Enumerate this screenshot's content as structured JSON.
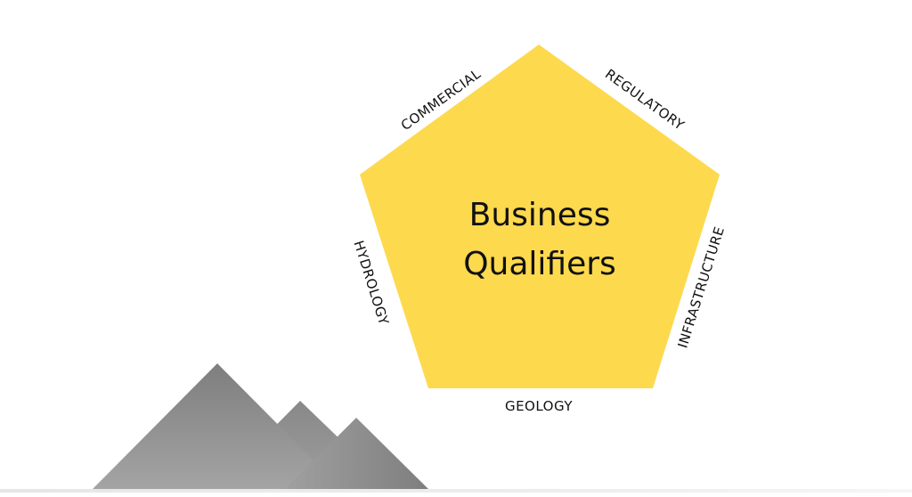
{
  "diagram": {
    "title_lines": [
      "Business",
      "Qualifiers"
    ],
    "shape": "pentagon",
    "fill_color": "#FDD94E",
    "sides": [
      {
        "position": "upper-left",
        "label": "COMMERCIAL"
      },
      {
        "position": "upper-right",
        "label": "REGULATORY"
      },
      {
        "position": "right",
        "label": "INFRASTRUCTURE"
      },
      {
        "position": "bottom",
        "label": "GEOLOGY"
      },
      {
        "position": "left",
        "label": "HYDROLOGY"
      }
    ]
  },
  "decoration": {
    "icon": "mountains-icon",
    "color": "#8a8a8a"
  }
}
